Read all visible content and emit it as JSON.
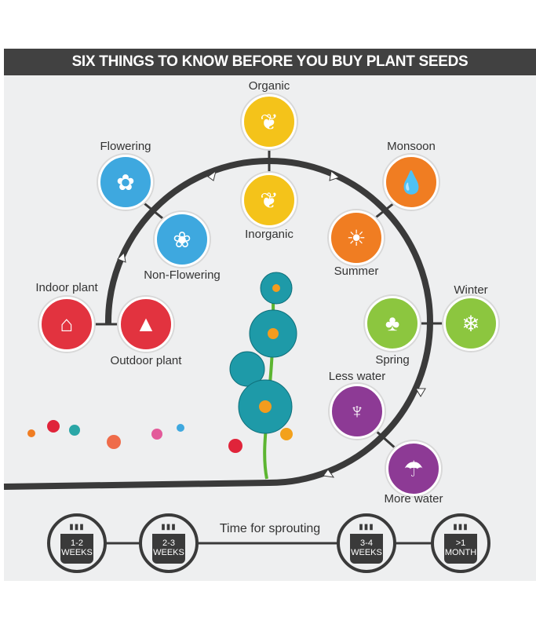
{
  "title": "SIX THINGS TO KNOW BEFORE YOU BUY PLANT SEEDS",
  "colors": {
    "yellow": "#f4c31a",
    "blue": "#3ea8df",
    "red": "#e2333f",
    "orange": "#f07d22",
    "green": "#8cc63f",
    "purple": "#8d3a95",
    "dark": "#3a3a3a"
  },
  "nodes": {
    "organic": {
      "label": "Organic",
      "icon": "seedling-hand-icon"
    },
    "inorganic": {
      "label": "Inorganic",
      "icon": "seedling-icon"
    },
    "flowering": {
      "label": "Flowering",
      "icon": "flower-icon"
    },
    "non_flowering": {
      "label": "Non-Flowering",
      "icon": "bud-icon"
    },
    "indoor": {
      "label": "Indoor plant",
      "icon": "house-plant-icon"
    },
    "outdoor": {
      "label": "Outdoor plant",
      "icon": "mountain-icon"
    },
    "monsoon": {
      "label": "Monsoon",
      "icon": "raindrops-icon"
    },
    "summer": {
      "label": "Summer",
      "icon": "sun-icon"
    },
    "winter": {
      "label": "Winter",
      "icon": "snowflake-icon"
    },
    "spring": {
      "label": "Spring",
      "icon": "tree-icon"
    },
    "less_water": {
      "label": "Less water",
      "icon": "cactus-icon"
    },
    "more_water": {
      "label": "More water",
      "icon": "watering-can-icon"
    }
  },
  "timeline": {
    "label": "Time for sprouting",
    "items": [
      {
        "top": "1-2",
        "bottom": "WEEKS"
      },
      {
        "top": "2-3",
        "bottom": "WEEKS"
      },
      {
        "top": "3-4",
        "bottom": "WEEKS"
      },
      {
        "top": ">1",
        "bottom": "MONTH"
      }
    ]
  }
}
